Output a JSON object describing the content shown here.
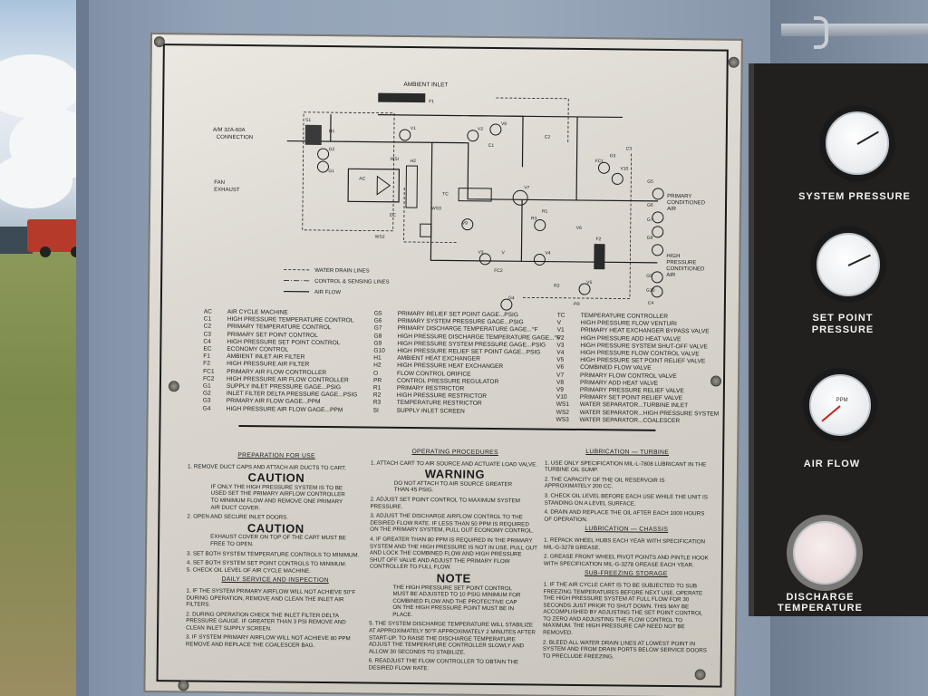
{
  "placard": {
    "diagram_labels": {
      "ambient_inlet": "AMBIENT INLET",
      "connection": "A/M 32A-60A\nCONNECTION",
      "fan_exhaust": "FAN\nEXHAUST",
      "primary_conditioned_air": "PRIMARY\nCONDITIONED\nAIR",
      "high_pressure_conditioned_air": "HIGH\nPRESSURE\nCONDITIONED\nAIR",
      "line_water_drain": "WATER DRAIN LINES",
      "line_control": "CONTROL & SENSING LINES",
      "line_air_flow": "AIR FLOW",
      "component_tags": [
        "F1",
        "S1",
        "V1",
        "V2",
        "V8",
        "C1",
        "C2",
        "G2",
        "G1",
        "H1",
        "WSI",
        "H2",
        "AC",
        "EC",
        "WS3",
        "TC",
        "V7",
        "V9",
        "WS2",
        "R1",
        "R3",
        "V6",
        "FC1",
        "V10",
        "G5",
        "C3",
        "G3",
        "G6",
        "G7",
        "G8",
        "F2",
        "V3",
        "V",
        "V4",
        "FC2",
        "G4",
        "R2",
        "PR",
        "V5",
        "G9",
        "G10",
        "C4"
      ]
    },
    "legend": {
      "col1": [
        [
          "AC",
          "AIR CYCLE MACHINE"
        ],
        [
          "C1",
          "HIGH PRESSURE TEMPERATURE CONTROL"
        ],
        [
          "C2",
          "PRIMARY TEMPERATURE CONTROL"
        ],
        [
          "C3",
          "PRIMARY SET POINT CONTROL"
        ],
        [
          "C4",
          "HIGH PRESSURE SET POINT CONTROL"
        ],
        [
          "EC",
          "ECONOMY CONTROL"
        ],
        [
          "F1",
          "AMBIENT INLET AIR FILTER"
        ],
        [
          "F2",
          "HIGH PRESSURE AIR FILTER"
        ],
        [
          "FC1",
          "PRIMARY AIR FLOW CONTROLLER"
        ],
        [
          "FC2",
          "HIGH PRESSURE AIR FLOW CONTROLLER"
        ],
        [
          "G1",
          "SUPPLY INLET PRESSURE GAGE...PSIG"
        ],
        [
          "G2",
          "INLET FILTER DELTA PRESSURE GAGE...PSIG"
        ],
        [
          "G3",
          "PRIMARY AIR FLOW GAGE...PPM"
        ],
        [
          "G4",
          "HIGH PRESSURE AIR FLOW GAGE...PPM"
        ]
      ],
      "col2": [
        [
          "G5",
          "PRIMARY RELIEF SET POINT GAGE...PSIG"
        ],
        [
          "G6",
          "PRIMARY SYSTEM PRESSURE GAGE...PSIG"
        ],
        [
          "G7",
          "PRIMARY DISCHARGE TEMPERATURE GAGE...°F"
        ],
        [
          "G8",
          "HIGH PRESSURE DISCHARGE TEMPERATURE GAGE...°F"
        ],
        [
          "G9",
          "HIGH PRESSURE SYSTEM PRESSURE GAGE...PSIG"
        ],
        [
          "G10",
          "HIGH PRESSURE RELIEF SET POINT GAGE...PSIG"
        ],
        [
          "H1",
          "AMBIENT HEAT EXCHANGER"
        ],
        [
          "H2",
          "HIGH PRESSURE HEAT EXCHANGER"
        ],
        [
          "O",
          "FLOW CONTROL ORIFICE"
        ],
        [
          "PR",
          "CONTROL PRESSURE REGULATOR"
        ],
        [
          "R1",
          "PRIMARY RESTRICTOR"
        ],
        [
          "R2",
          "HIGH PRESSURE RESTRICTOR"
        ],
        [
          "R3",
          "TEMPERATURE RESTRICTOR"
        ],
        [
          "SI",
          "SUPPLY INLET SCREEN"
        ]
      ],
      "col3": [
        [
          "TC",
          "TEMPERATURE CONTROLLER"
        ],
        [
          "V",
          "HIGH PRESSURE FLOW VENTURI"
        ],
        [
          "V1",
          "PRIMARY HEAT EXCHANGER BYPASS VALVE"
        ],
        [
          "V2",
          "HIGH PRESSURE ADD HEAT VALVE"
        ],
        [
          "V3",
          "HIGH PRESSURE SYSTEM SHUT-OFF VALVE"
        ],
        [
          "V4",
          "HIGH PRESSURE FLOW CONTROL VALVE"
        ],
        [
          "V5",
          "HIGH PRESSURE SET POINT RELIEF VALVE"
        ],
        [
          "V6",
          "COMBINED FLOW VALVE"
        ],
        [
          "V7",
          "PRIMARY FLOW CONTROL VALVE"
        ],
        [
          "V8",
          "PRIMARY ADD HEAT VALVE"
        ],
        [
          "V9",
          "PRIMARY PRESSURE RELIEF VALVE"
        ],
        [
          "V10",
          "PRIMARY SET POINT RELIEF VALVE"
        ],
        [
          "WS1",
          "WATER SEPARATOR...TURBINE INLET"
        ],
        [
          "WS2",
          "WATER SEPARATOR...HIGH PRESSURE SYSTEM"
        ],
        [
          "WS3",
          "WATER SEPARATOR...COALESCER"
        ]
      ]
    },
    "instructions": {
      "prep": {
        "title": "PREPARATION FOR USE",
        "item1": "1.  REMOVE DUCT CAPS AND ATTACH AIR DUCTS TO CART.",
        "caution1_title": "CAUTION",
        "caution1_text": "IF ONLY THE HIGH PRESSURE SYSTEM IS TO BE USED SET THE PRIMARY AIRFLOW CONTROLLER TO MINIMUM FLOW AND REMOVE ONE PRIMARY AIR DUCT COVER.",
        "item2": "2.  OPEN AND SECURE INLET DOORS.",
        "caution2_title": "CAUTION",
        "caution2_text": "EXHAUST COVER ON TOP OF THE CART MUST BE FREE TO OPEN.",
        "item3": "3.  SET BOTH SYSTEM TEMPERATURE CONTROLS TO MINIMUM.",
        "item4": "4.  SET BOTH SYSTEM SET POINT CONTROLS TO MINIMUM.",
        "item5": "5.  CHECK OIL LEVEL OF AIR CYCLE MACHINE.",
        "daily_title": "DAILY SERVICE AND INSPECTION",
        "daily1": "1.  IF THE SYSTEM PRIMARY AIRFLOW WILL NOT ACHIEVE 50°F DURING OPERATION, REMOVE AND CLEAN THE INLET AIR FILTERS.",
        "daily2": "2.  DURING OPERATION CHECK THE INLET FILTER DELTA PRESSURE GAUGE. IF GREATER THAN 3 PSI REMOVE AND CLEAN INLET SUPPLY SCREEN.",
        "daily3": "3.  IF SYSTEM PRIMARY AIRFLOW WILL NOT ACHIEVE 80 PPM REMOVE AND REPLACE THE COALESCER BAG."
      },
      "operating": {
        "title": "OPERATING PROCEDURES",
        "item1": "1.  ATTACH CART TO AIR SOURCE AND ACTUATE LOAD VALVE.",
        "warning_title": "WARNING",
        "warning_text": "DO NOT ATTACH TO AIR SOURCE GREATER THAN 45 PSIG.",
        "item2": "2.  ADJUST SET POINT CONTROL TO MAXIMUM SYSTEM PRESSURE.",
        "item3": "3.  ADJUST THE DISCHARGE AIRFLOW CONTROL TO THE DESIRED FLOW RATE. IF LESS THAN 50 PPM IS REQUIRED ON THE PRIMARY SYSTEM, PULL OUT ECONOMY CONTROL.",
        "item4": "4.  IF GREATER THAN 80 PPM IS REQUIRED IN THE PRIMARY SYSTEM AND THE HIGH PRESSURE IS NOT IN USE, PULL OUT AND LOCK THE COMBINED FLOW AND HIGH PRESSURE SHUT OFF VALVE AND ADJUST THE PRIMARY FLOW CONTROLLER TO FULL FLOW.",
        "note_title": "NOTE",
        "note_text": "THE HIGH PRESSURE SET POINT CONTROL MUST BE ADJUSTED TO 10 PSIG MINIMUM FOR COMBINED FLOW AND THE PROTECTIVE CAP ON THE HIGH PRESSURE POINT MUST BE IN PLACE.",
        "item5": "5.  THE SYSTEM DISCHARGE TEMPERATURE WILL STABILIZE AT APPROXIMATELY 50°F APPROXIMATELY 2 MINUTES AFTER START-UP. TO RAISE THE DISCHARGE TEMPERATURE ADJUST THE TEMPERATURE CONTROLLER SLOWLY AND ALLOW 30 SECONDS TO STABILIZE.",
        "item6": "6.  READJUST THE FLOW CONTROLLER TO OBTAIN THE DESIRED FLOW RATE."
      },
      "lubrication": {
        "turbine_title": "LUBRICATION — TURBINE",
        "t1": "1.  USE ONLY SPECIFICATION MIL-L-7808 LUBRICANT IN THE TURBINE OIL SUMP.",
        "t2": "2.  THE CAPACITY OF THE OIL RESERVOIR IS APPROXIMATELY 200 CC.",
        "t3": "3.  CHECK OIL LEVEL BEFORE EACH USE WHILE THE UNIT IS STANDING ON A LEVEL SURFACE.",
        "t4": "4.  DRAIN AND REPLACE THE OIL AFTER EACH 1000 HOURS OF OPERATION.",
        "chassis_title": "LUBRICATION — CHASSIS",
        "c1": "1.  REPACK WHEEL HUBS EACH YEAR WITH SPECIFICATION MIL-G-3278 GREASE.",
        "c2": "2.  GREASE FRONT WHEEL PIVOT POINTS AND PINTLE HOOK WITH SPECIFICATION MIL-G-3278 GREASE EACH YEAR.",
        "freeze_title": "SUB-FREEZING STORAGE",
        "f1": "1.  IF THE AIR CYCLE CART IS TO BE SUBJECTED TO SUB FREEZING TEMPERATURES BEFORE NEXT USE, OPERATE THE HIGH PRESSURE SYSTEM AT FULL FLOW FOR 30 SECONDS JUST PRIOR TO SHUT DOWN. THIS MAY BE ACCOMPLISHED BY ADJUSTING THE SET POINT CONTROL TO ZERO AND ADJUSTING THE FLOW CONTROL TO MAXIMUM. THE HIGH PRESSURE CAP NEED NOT BE REMOVED.",
        "f2": "2.  BLEED ALL WATER DRAIN LINES AT LOWEST POINT IN SYSTEM AND FROM DRAIN PORTS BELOW SERVICE DOORS TO PRECLUDE FREEZING."
      }
    }
  },
  "gauges": {
    "system_pressure": "SYSTEM PRESSURE",
    "set_point_pressure": "SET POINT\nPRESSURE",
    "air_flow": "AIR FLOW",
    "discharge_temperature": "DISCHARGE\nTEMPERATURE",
    "air_flow_face": "PPM"
  }
}
